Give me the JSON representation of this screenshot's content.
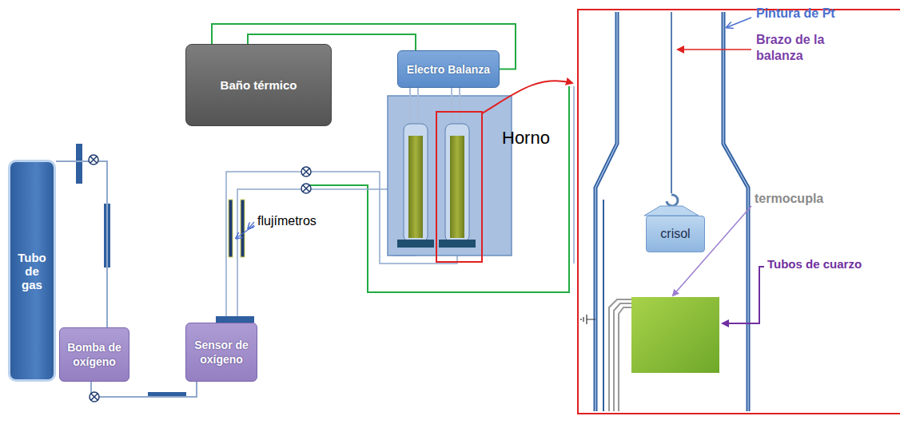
{
  "diagram": {
    "nodes": [
      {
        "text": [
          "Baño térmico"
        ]
      },
      {
        "text": [
          "Electro Balanza"
        ]
      },
      {
        "text": [
          "Tubo de gas"
        ]
      },
      {
        "text": [
          "Bomba de oxígeno"
        ]
      },
      {
        "text": [
          "Sensor de oxígeno"
        ]
      },
      {
        "text": [
          "crisol"
        ]
      }
    ],
    "edges": [
      {
        "from": 0,
        "to": 1,
        "arrow": "none"
      },
      {
        "from": 2,
        "to": 3,
        "arrow": "none"
      },
      {
        "from": 3,
        "to": 4,
        "arrow": "none"
      }
    ],
    "labels": [
      "Horno",
      "flujímetros",
      "Pintura de Pt",
      "Brazo de la balanza",
      "termocupla",
      "Tubos de cuarzo"
    ]
  }
}
